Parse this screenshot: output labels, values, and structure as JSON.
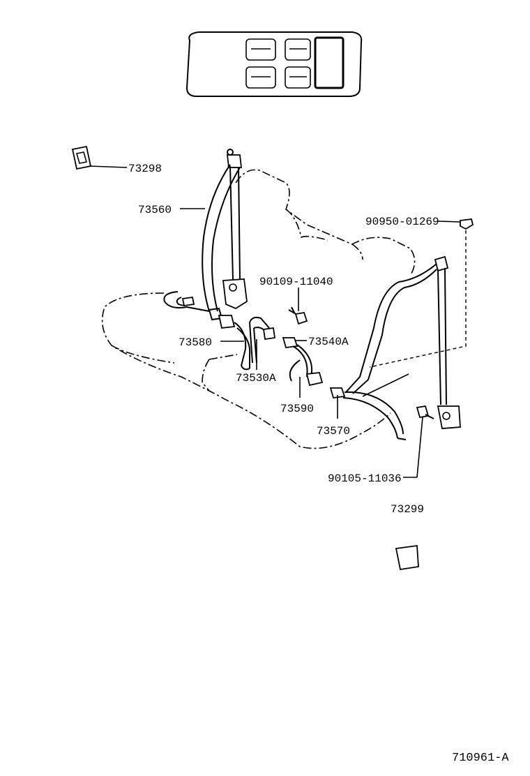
{
  "diagram": {
    "reference_number": "710961-A",
    "parts": {
      "p73298": "73298",
      "p73560": "73560",
      "p90950": "90950-01269",
      "p90109": "90109-11040",
      "p73580": "73580",
      "p73540A": "73540A",
      "p73530A": "73530A",
      "p73590": "73590",
      "p73570": "73570",
      "p90105": "90105-11036",
      "p73299": "73299"
    }
  }
}
